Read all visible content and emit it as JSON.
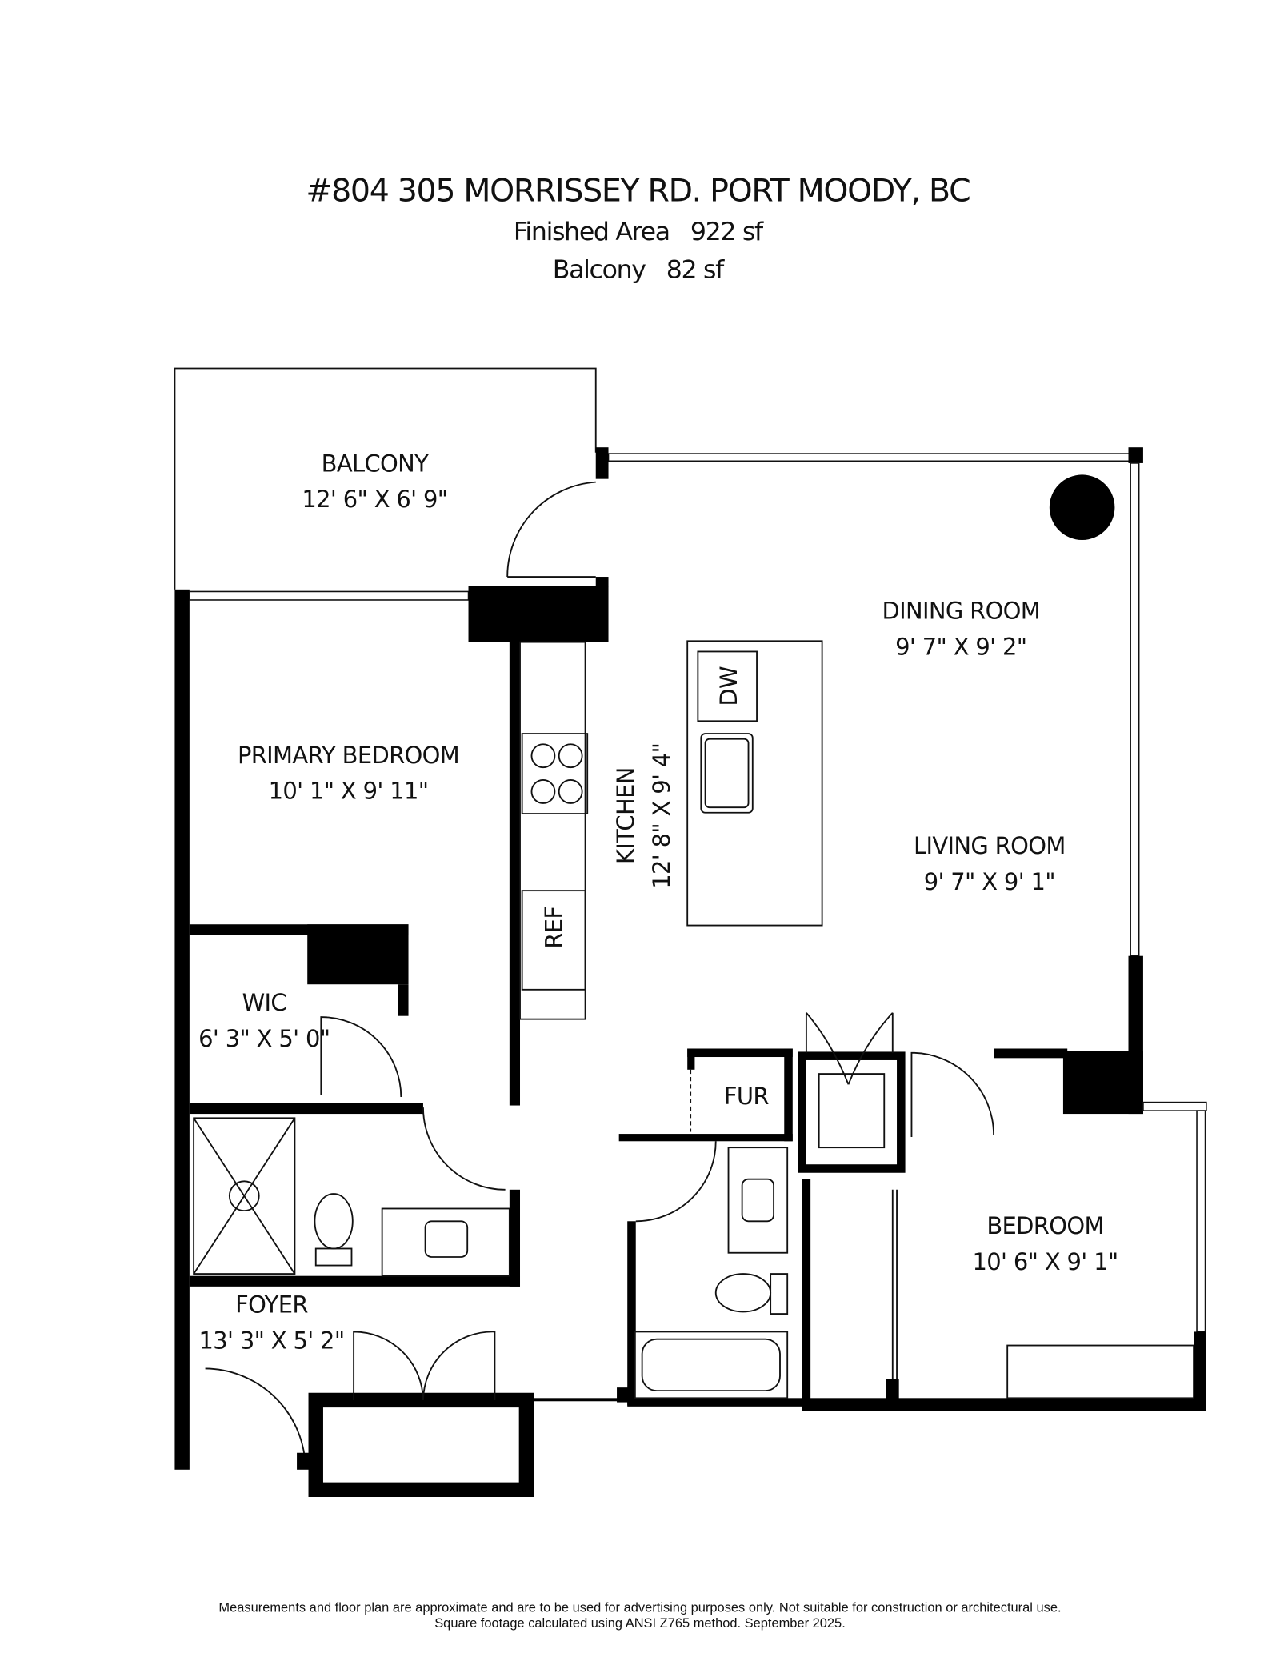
{
  "header": {
    "address": "#804 305 MORRISSEY RD. PORT MOODY, BC",
    "finished_area": "Finished Area   922 sf",
    "balcony_area": "Balcony   82 sf"
  },
  "rooms": {
    "balcony": {
      "name": "BALCONY",
      "dims": "12' 6\" X 6' 9\""
    },
    "dining": {
      "name": "DINING ROOM",
      "dims": "9' 7\" X 9' 2\""
    },
    "primary_bedroom": {
      "name": "PRIMARY BEDROOM",
      "dims": "10' 1\" X 9' 11\""
    },
    "kitchen": {
      "name": "KITCHEN",
      "dims": "12' 8\" X 9' 4\""
    },
    "living": {
      "name": "LIVING ROOM",
      "dims": "9' 7\" X 9' 1\""
    },
    "wic": {
      "name": "WIC",
      "dims": "6' 3\" X 5' 0\""
    },
    "bedroom": {
      "name": "BEDROOM",
      "dims": "10' 6\" X 9' 1\""
    },
    "foyer": {
      "name": "FOYER",
      "dims": "13' 3\" X 5' 2\""
    }
  },
  "fixtures": {
    "dishwasher": "DW",
    "fridge": "REF",
    "furnace": "FUR"
  },
  "footer": {
    "line1": "Measurements and floor plan are approximate and are to be used for advertising purposes only. Not suitable for construction or architectural use.",
    "line2": "Square footage calculated using ANSI Z765 method. September 2025."
  }
}
